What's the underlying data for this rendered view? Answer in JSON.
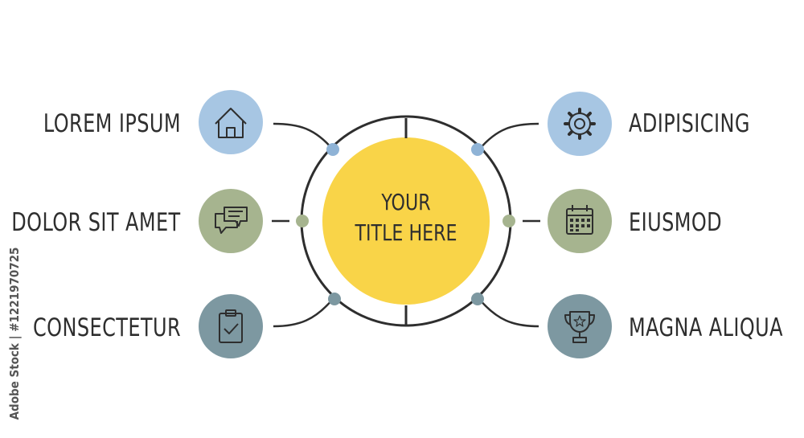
{
  "center": {
    "title_line1": "YOUR",
    "title_line2": "TITLE HERE"
  },
  "items": [
    {
      "label": "LOREM IPSUM",
      "icon": "house-icon",
      "color": "#a7c6e3"
    },
    {
      "label": "DOLOR SIT AMET",
      "icon": "chat-bubbles-icon",
      "color": "#a6b48f"
    },
    {
      "label": "CONSECTETUR",
      "icon": "clipboard-check-icon",
      "color": "#7d98a1"
    },
    {
      "label": "ADIPISICING",
      "icon": "gear-icon",
      "color": "#a7c6e3"
    },
    {
      "label": "EIUSMOD",
      "icon": "calendar-icon",
      "color": "#a6b48f"
    },
    {
      "label": "MAGNA ALIQUA",
      "icon": "trophy-icon",
      "color": "#7d98a1"
    }
  ],
  "colors": {
    "center_fill": "#f9d448",
    "line": "#2e2e2e",
    "dot_blue": "#8fb3d6",
    "dot_green": "#a6b48f",
    "dot_teal": "#7d98a1"
  },
  "watermark": {
    "text": "Adobe Stock | #1221970725"
  }
}
